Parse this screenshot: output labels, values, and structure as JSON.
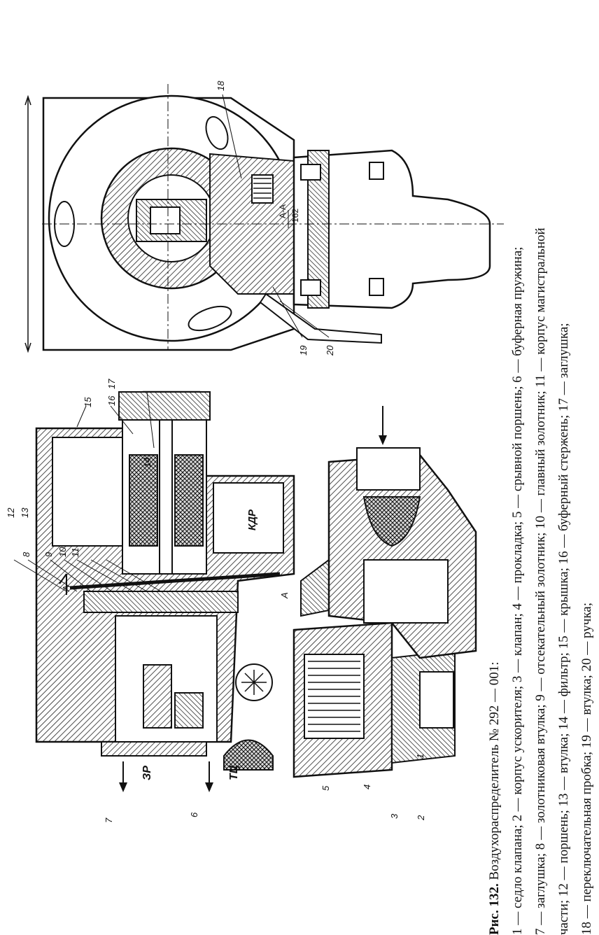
{
  "figure": {
    "labels": {
      "section_scale": "A-A",
      "section_scale_den": "162",
      "l1": "1",
      "l2": "2",
      "l3": "3",
      "l4": "4",
      "l5": "5",
      "l6": "6",
      "l7": "7",
      "l8": "8",
      "l9": "9",
      "l10": "10",
      "l11": "11",
      "l12": "12",
      "l13": "13",
      "l14": "14",
      "l15": "15",
      "l16": "16",
      "l17": "17",
      "l18": "18",
      "l19": "19",
      "l20": "20",
      "kdr": "КДР",
      "zr": "ЗР",
      "tc": "ТЦ",
      "a_top": "А",
      "a_bottom": "А"
    }
  },
  "caption": {
    "title_bold": "Рис. 132.",
    "title_rest": " Воздухораспределитель № 292 — 001:",
    "line1": "1 — седло клапана; 2 — корпус ускорителя; 3 — клапан; 4 — прокладка; 5 — срывной поршень; 6 — буферная пружина;",
    "line2": "7 — заглушка; 8 — золотниковая втулка; 9 — отсекательный золотник; 10 — главный золотник; 11 — корпус магистральной",
    "line3": "части; 12 — поршень; 13 — втулка; 14 — фильтр; 15 — крышка; 16 — буферный стержень; 17 — заглушка;",
    "line4": "18 — переключательная пробка; 19 — втулка; 20 — ручка;"
  }
}
